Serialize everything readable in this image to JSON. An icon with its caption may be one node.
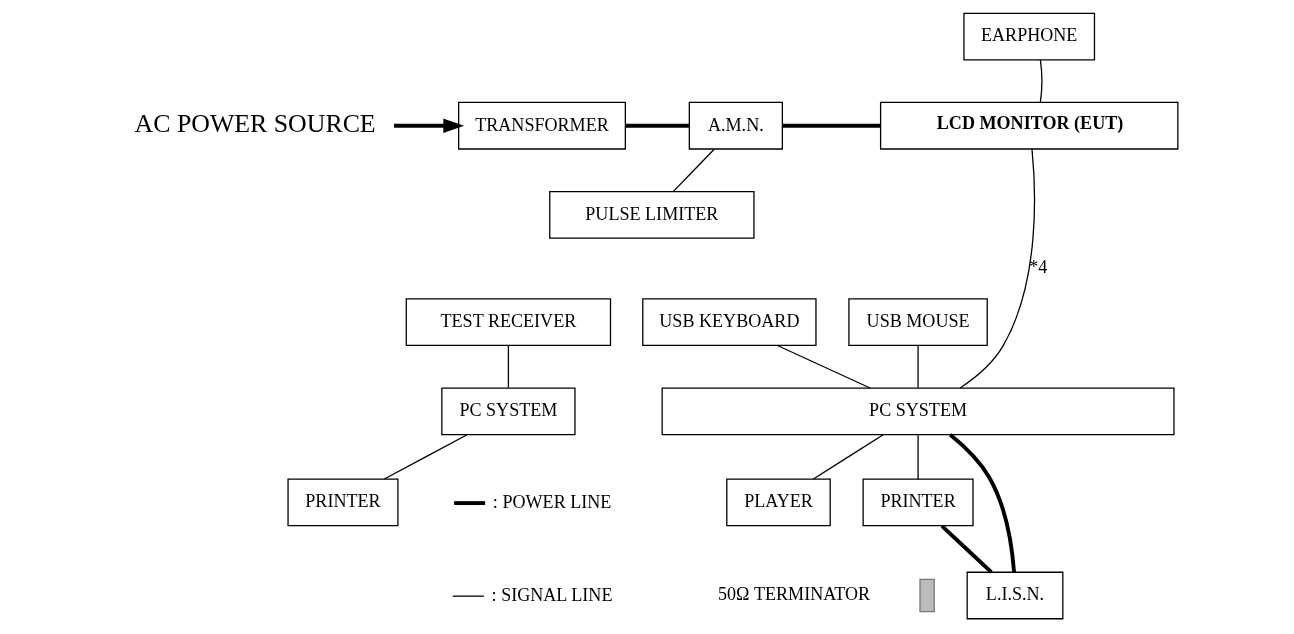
{
  "diagram": {
    "nodes": [
      {
        "text": [
          "AC POWER SOURCE"
        ]
      },
      {
        "text": [
          "TRANSFORMER"
        ]
      },
      {
        "text": [
          "A.M.N."
        ]
      },
      {
        "text": [
          "LCD MONITOR (EUT)"
        ]
      },
      {
        "text": [
          "EARPHONE"
        ]
      },
      {
        "text": [
          "PULSE LIMITER"
        ]
      },
      {
        "text": [
          "TEST RECEIVER"
        ]
      },
      {
        "text": [
          "PC SYSTEM"
        ]
      },
      {
        "text": [
          "PRINTER"
        ]
      },
      {
        "text": [
          "USB KEYBOARD"
        ]
      },
      {
        "text": [
          "USB MOUSE"
        ]
      },
      {
        "text": [
          "PC SYSTEM"
        ]
      },
      {
        "text": [
          "PLAYER"
        ]
      },
      {
        "text": [
          "PRINTER"
        ]
      },
      {
        "text": [
          "L.I.S.N."
        ]
      },
      {
        "text": [],
        "shape": "box",
        "beside": [
          "50Ω TERMINATOR"
        ]
      }
    ],
    "edges": [
      {
        "from": 0,
        "to": 1,
        "arrow": "to",
        "style": "thick"
      },
      {
        "from": 1,
        "to": 2,
        "arrow": "none",
        "style": "thick"
      },
      {
        "from": 2,
        "to": 3,
        "arrow": "none",
        "style": "thick"
      },
      {
        "from": 4,
        "to": 3,
        "arrow": "none"
      },
      {
        "from": 2,
        "to": 5,
        "arrow": "none"
      },
      {
        "from": 6,
        "to": 7,
        "arrow": "none"
      },
      {
        "from": 7,
        "to": 8,
        "arrow": "none"
      },
      {
        "from": 3,
        "to": 11,
        "arrow": "none",
        "label": "*4"
      },
      {
        "from": 9,
        "to": 11,
        "arrow": "none"
      },
      {
        "from": 10,
        "to": 11,
        "arrow": "none"
      },
      {
        "from": 11,
        "to": 12,
        "arrow": "none"
      },
      {
        "from": 11,
        "to": 13,
        "arrow": "none"
      },
      {
        "from": 13,
        "to": 14,
        "arrow": "none",
        "style": "thick"
      },
      {
        "from": 11,
        "to": 14,
        "arrow": "none",
        "style": "thick"
      }
    ],
    "legend": [
      {
        "text": ": POWER LINE"
      },
      {
        "text": ": SIGNAL LINE"
      }
    ]
  }
}
